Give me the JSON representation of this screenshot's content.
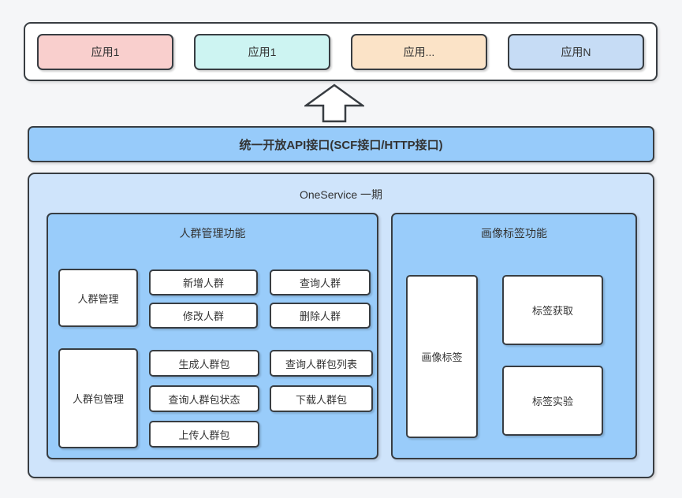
{
  "page": {
    "background": "#f5f6f8",
    "stroke_color": "#383d42",
    "text_color": "#333333"
  },
  "apps_row": {
    "items": [
      {
        "label": "应用1",
        "fill": "#f9cfcd"
      },
      {
        "label": "应用1",
        "fill": "#cdf4f2"
      },
      {
        "label": "应用...",
        "fill": "#fbe3c7"
      },
      {
        "label": "应用N",
        "fill": "#c6dcf5"
      }
    ]
  },
  "arrow": {
    "icon": "block-arrow-up"
  },
  "api_bar": {
    "label": "统一开放API接口(SCF接口/HTTP接口)",
    "fill": "#97cbfa"
  },
  "oneservice": {
    "title": "OneService 一期",
    "fill": "#cfe4fb",
    "crowd_panel": {
      "title": "人群管理功能",
      "fill": "#99ccfa",
      "crowd_group": {
        "category": "人群管理",
        "actions": [
          "新增人群",
          "查询人群",
          "修改人群",
          "删除人群"
        ]
      },
      "package_group": {
        "category": "人群包管理",
        "actions": [
          "生成人群包",
          "查询人群包列表",
          "查询人群包状态",
          "下载人群包",
          "上传人群包"
        ]
      }
    },
    "portrait_panel": {
      "title": "画像标签功能",
      "fill": "#99ccfa",
      "category": "画像标签",
      "actions": [
        "标签获取",
        "标签实验"
      ]
    }
  }
}
